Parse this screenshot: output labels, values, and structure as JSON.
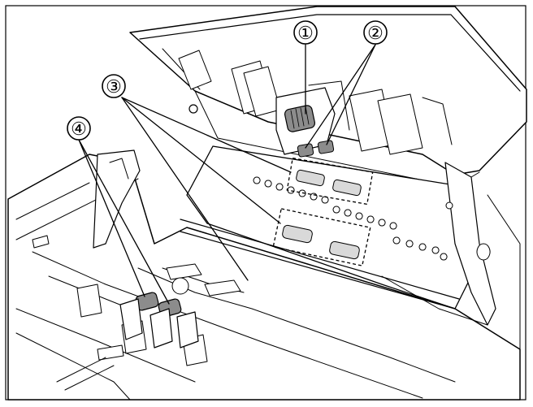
{
  "figure": {
    "subject": "scanner-interior-rollers",
    "callouts": [
      {
        "label": "①"
      },
      {
        "label": "②"
      },
      {
        "label": "③"
      },
      {
        "label": "④"
      }
    ],
    "colors": {
      "line": "#000000",
      "roller_light": "#d9d9d9",
      "roller_dark": "#8c8c8c",
      "background": "#ffffff"
    }
  }
}
